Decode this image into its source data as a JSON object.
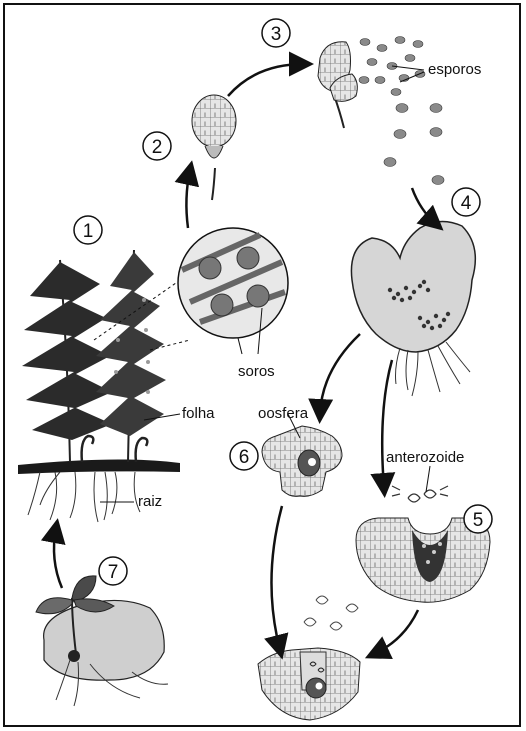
{
  "steps": {
    "s1": "1",
    "s2": "2",
    "s3": "3",
    "s4": "4",
    "s5": "5",
    "s6": "6",
    "s7": "7"
  },
  "labels": {
    "esporos": "esporos",
    "soros": "soros",
    "folha": "folha",
    "raiz": "raiz",
    "oosfera": "oosfera",
    "anterozoide": "anterozoide"
  },
  "colors": {
    "ink": "#111111",
    "leaf": "#2b2b2b",
    "tissue": "#d9d9d9",
    "cell": "#f2f2f2"
  }
}
